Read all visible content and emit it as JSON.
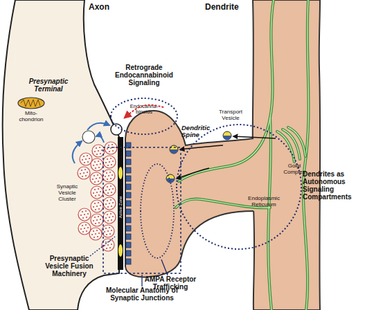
{
  "diagram": {
    "nodes": [
      {
        "text": [
          "Axon",
          "Presynaptic Terminal"
        ]
      },
      {
        "text": [
          "Dendrite"
        ]
      },
      {
        "text": [
          "Dendritic Spine"
        ]
      },
      {
        "text": [
          "Retrograde Endocannabinoid Signaling",
          "Endocanna- binoids"
        ]
      },
      {
        "text": [
          "Molecular Anatomy of Synaptic Junctions"
        ]
      },
      {
        "text": [
          "AMPA Receptor Trafficking"
        ],
        "in": 4
      },
      {
        "text": [
          "Dendrites as Autonomous Signaling Compartments"
        ]
      }
    ],
    "edges": [
      {
        "from": 2,
        "to": 0,
        "arrow": "to"
      }
    ],
    "labels": [
      "Mito- chondrion",
      "Synaptic Vesicle Cluster",
      "Active Zone",
      "Transport Vesicle",
      "Golgi Complex",
      "Endoplasmic Reticulum",
      "Presynaptic Vesicle Fusion Machinery"
    ]
  }
}
